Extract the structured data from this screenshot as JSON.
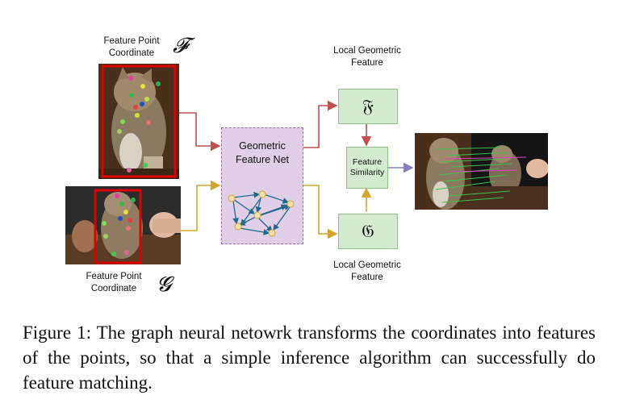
{
  "figure": {
    "top_label": "Feature Point Coordinate",
    "top_symbol": "𝓕",
    "bottom_label": "Feature Point Coordinate",
    "bottom_symbol": "𝓖",
    "network_title": "Geometric Feature Net",
    "local_feature_label_top": "Local Geometric Feature",
    "local_feature_label_bottom": "Local Geometric Feature",
    "feature_top_symbol": "𝔉",
    "feature_bottom_symbol": "𝔊",
    "similarity_label": "Feature Similarity",
    "colors": {
      "arrow_top": "#c0504d",
      "arrow_bottom": "#d4a72c",
      "arrow_out": "#8a7fbf",
      "box_fill": "#d5ebd0",
      "net_fill": "#e0cfe6",
      "keypoint_box": "#e00000"
    }
  },
  "caption": {
    "label": "Figure 1:",
    "text": "The graph neural netowrk transforms the coordinates into features of the points, so that a simple inference algorithm can successfully do feature matching."
  }
}
